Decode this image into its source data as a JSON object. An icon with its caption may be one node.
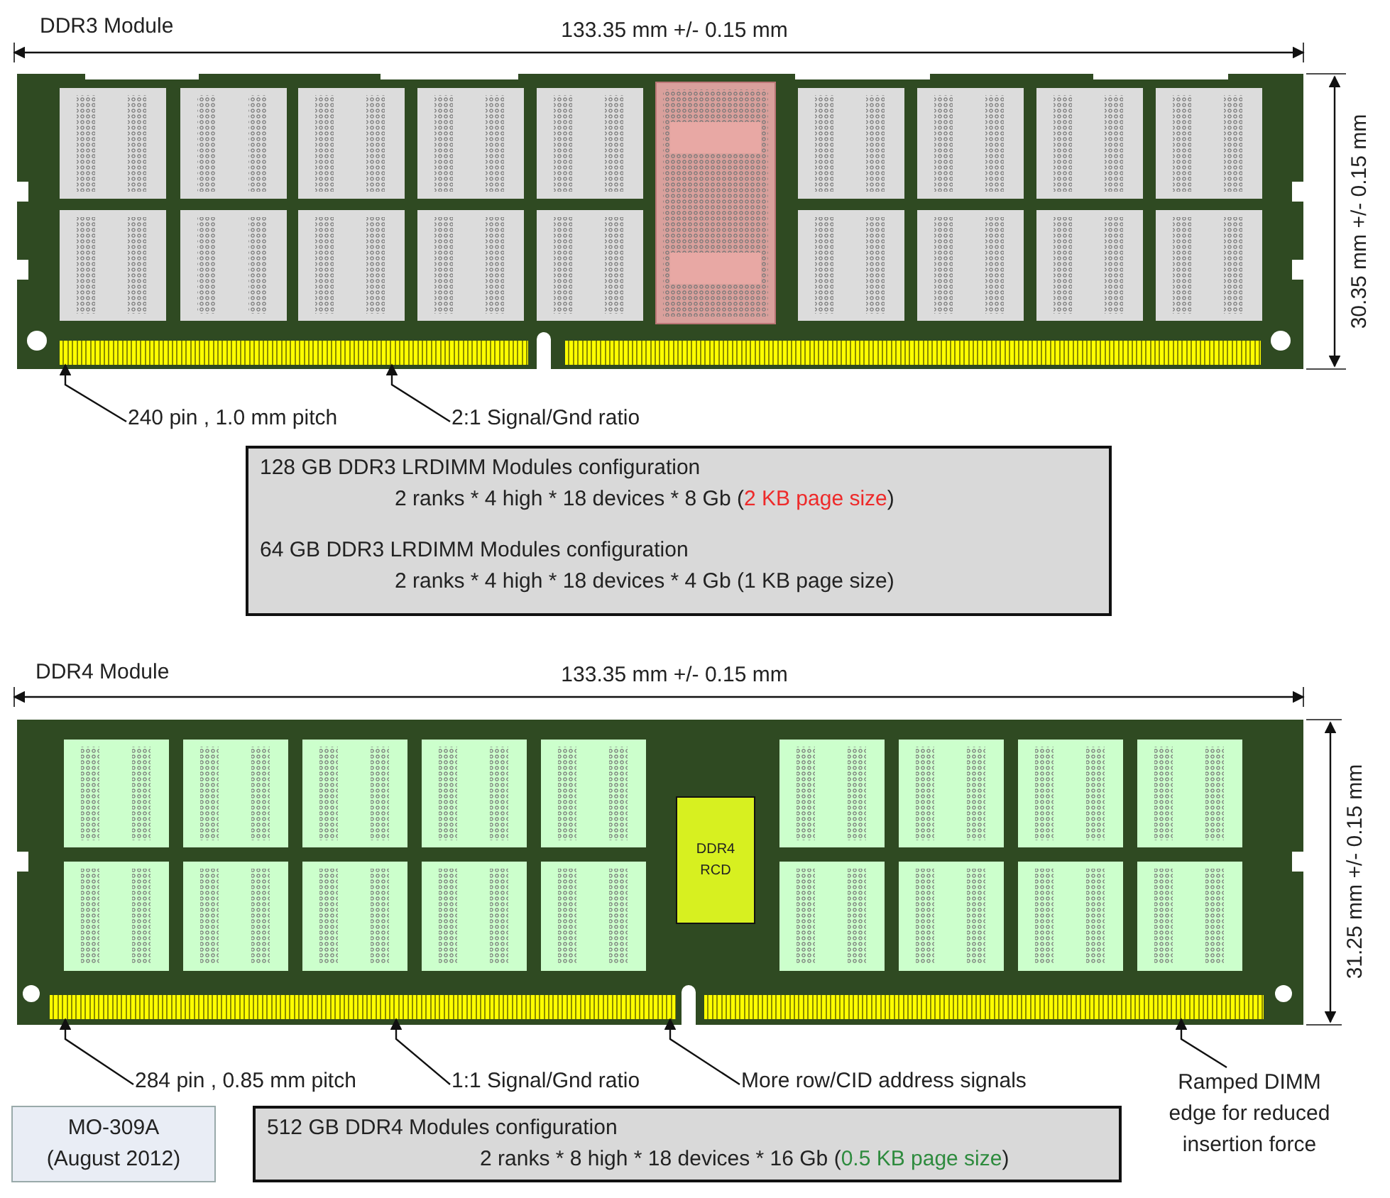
{
  "diagram": {
    "nodes": [
      {
        "text": [],
        "shape": "box"
      },
      {
        "text": [],
        "shape": "bar",
        "in": 0
      },
      {
        "text": [],
        "shape": "bar",
        "in": 0
      },
      {
        "text": [
          "240 pin , 1.0 mm pitch"
        ]
      },
      {
        "text": [
          "2:1 Signal/Gnd ratio"
        ]
      },
      {
        "text": [
          "128 GB DDR3 LRDIMM Modules configuration",
          "2 ranks * 4 high * 18 devices * 8 Gb (2 KB page size)",
          "64 GB DDR3 LRDIMM Modules configuration",
          "2 ranks * 4 high * 18 devices * 4 Gb (1 KB page size)"
        ]
      },
      {
        "text": [],
        "shape": "box"
      },
      {
        "text": [
          "DDR4 RCD"
        ],
        "in": 6
      },
      {
        "text": [],
        "shape": "bar",
        "in": 6
      },
      {
        "text": [],
        "shape": "bar",
        "in": 6
      },
      {
        "text": [
          "284 pin , 0.85 mm pitch"
        ]
      },
      {
        "text": [
          "1:1 Signal/Gnd ratio"
        ]
      },
      {
        "text": [
          "More row/CID address signals"
        ]
      },
      {
        "text": [
          "Ramped DIMM edge for reduced insertion force"
        ]
      },
      {
        "text": [
          "MO-309A (August 2012)"
        ]
      },
      {
        "text": [
          "512 GB DDR4 Modules configuration",
          "2 ranks * 8 high * 18 devices * 16 Gb (0.5 KB page size)"
        ]
      }
    ],
    "edges": [
      {
        "from": 3,
        "to": 1,
        "arrow": "to"
      },
      {
        "from": 4,
        "to": 1,
        "arrow": "to"
      },
      {
        "from": 10,
        "to": 8,
        "arrow": "to"
      },
      {
        "from": 11,
        "to": 8,
        "arrow": "to"
      },
      {
        "from": 12,
        "to": 8,
        "arrow": "to"
      },
      {
        "from": 13,
        "to": 9,
        "arrow": "to"
      }
    ],
    "labels": [
      "DDR3 Module",
      "133.35 mm +/- 0.15 mm",
      "30.35 mm +/- 0.15 mm",
      "DDR4 Module",
      "133.35 mm +/- 0.15 mm",
      "31.25 mm +/- 0.15 mm"
    ]
  }
}
